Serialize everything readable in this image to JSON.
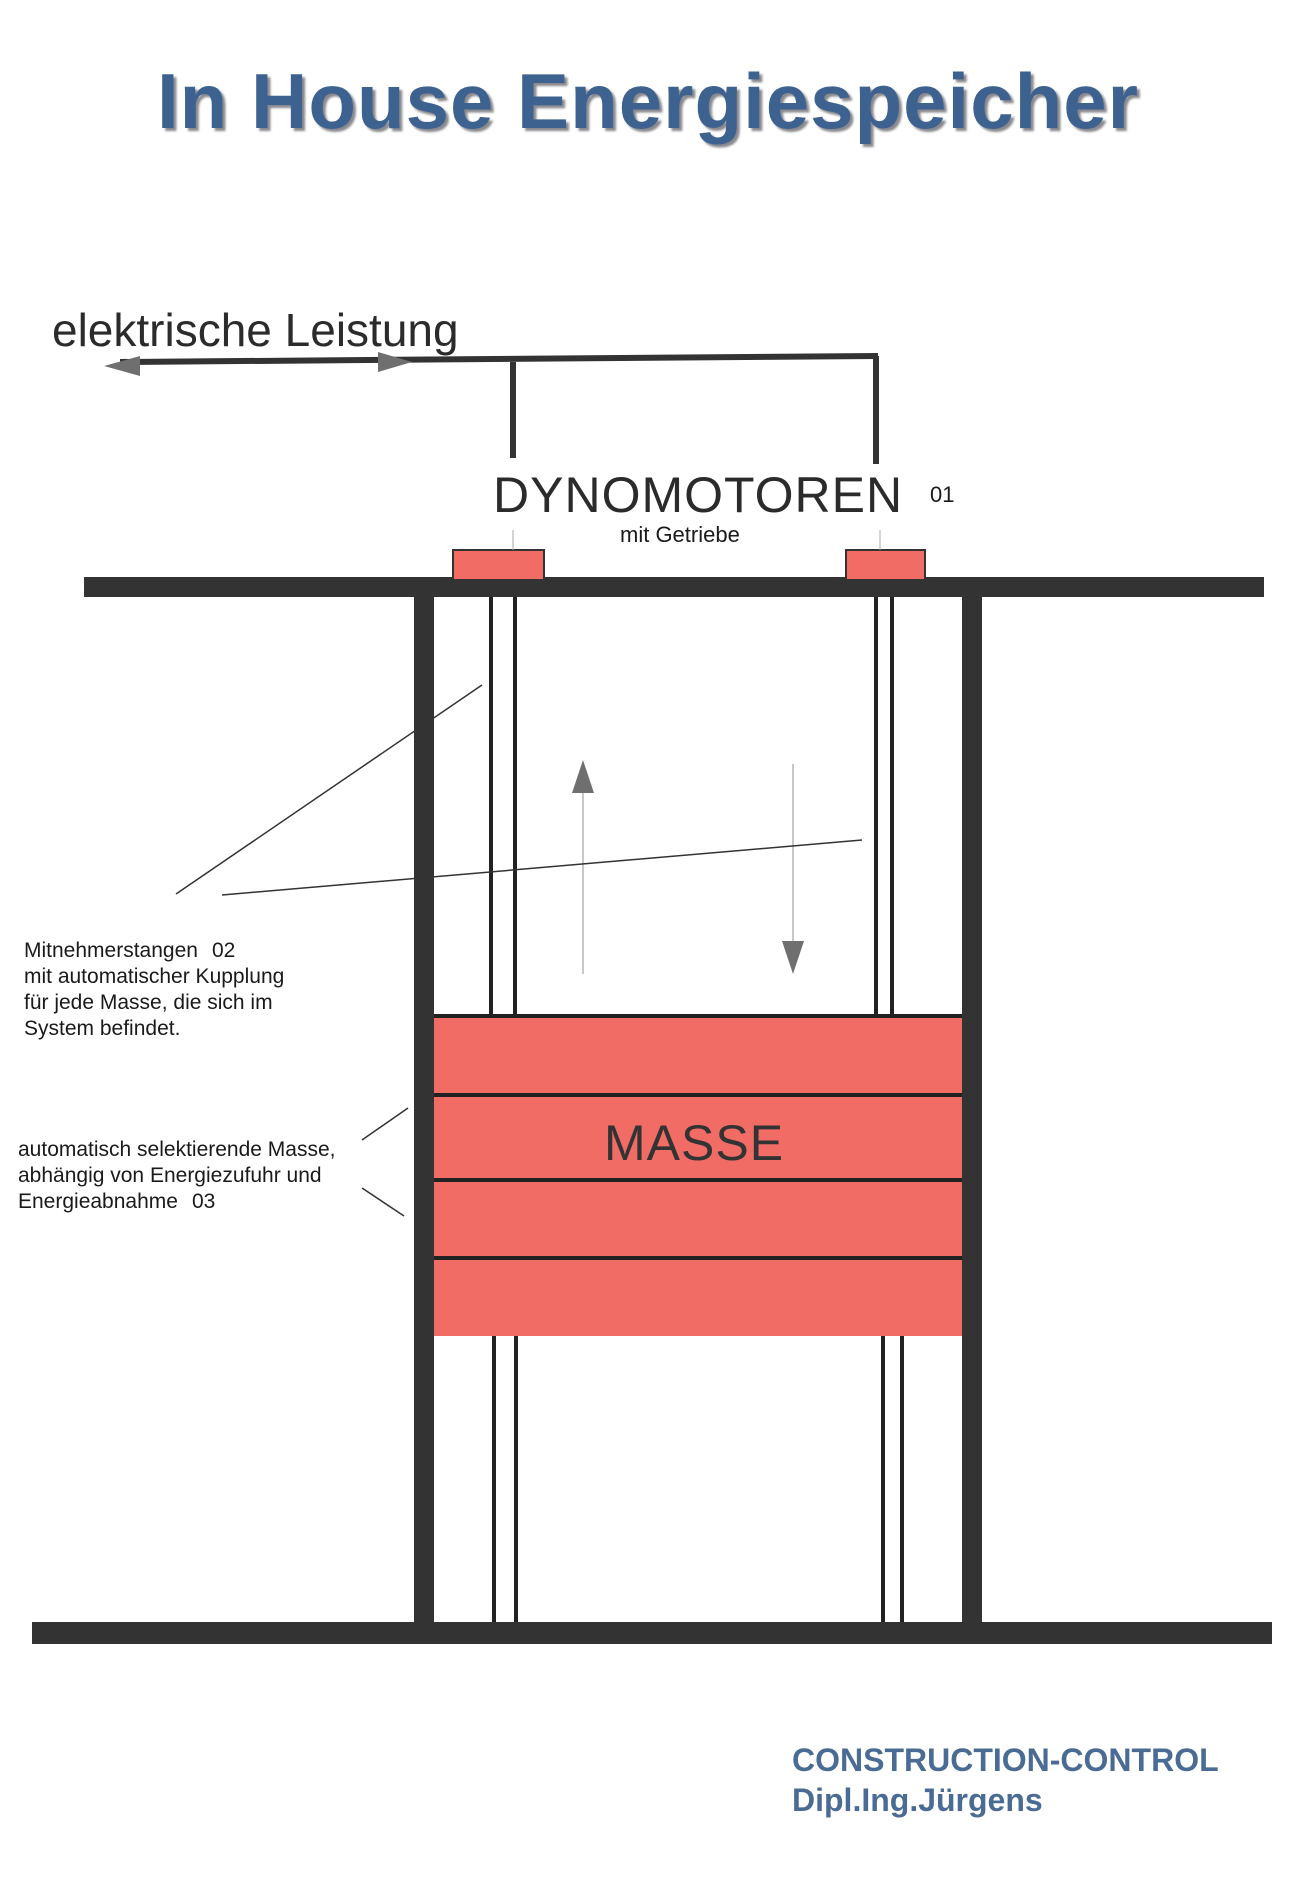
{
  "title": "In House Energiespeicher",
  "power_label": "elektrische Leistung",
  "dyno": {
    "label": "DYNOMOTOREN",
    "number": "01",
    "sub_label": "mit Getriebe"
  },
  "mass_label": "MASSE",
  "notes": {
    "rods": {
      "lines": [
        "Mitnehmerstangen",
        "mit automatischer Kupplung",
        "für jede Masse, die sich im",
        "System befindet."
      ],
      "number": "02"
    },
    "mass": {
      "lines": [
        "automatisch selektierende Masse,",
        "abhängig von Energiezufuhr und",
        "Energieabnahme"
      ],
      "number": "03"
    }
  },
  "footer": {
    "line1": "CONSTRUCTION-CONTROL",
    "line2": "Dipl.Ing.Jürgens"
  },
  "colors": {
    "title": "#3d6290",
    "structure": "#333333",
    "mass_fill": "#f06c65",
    "motor_fill": "#f06c65",
    "arrow": "#6f6f6f",
    "footer": "#4a6c94"
  }
}
